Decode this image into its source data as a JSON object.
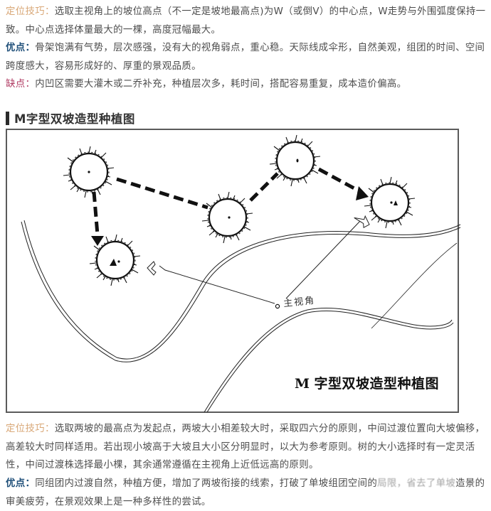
{
  "section1": {
    "positioning": {
      "label": "定位技巧：",
      "text": "选取主视角上的坡位高点（不一定是坡地最高点)为W（或倒V）的中心点，W走势与外围弧度保持一致。中心点选择体量最大的一棵，高度冠幅最大。"
    },
    "pros": {
      "label": "优点：",
      "text": "骨架饱满有气势，层次感强，没有大的视角弱点，重心稳。天际线成伞形，自然美观，组团的时间、空间跨度感大，容易形成好的、厚重的景观品质。"
    },
    "cons": {
      "label": "缺点：",
      "text": "内凹区需要大灌木或二乔补充，种植层次多，耗时间，搭配容易重复，成本造价偏高。"
    }
  },
  "heading": {
    "title": "M字型双坡造型种植图"
  },
  "figure": {
    "caption_letter": "M",
    "caption_text": "字型双坡造型种植图",
    "viewpoint_label": "主视角",
    "tree_count": 5,
    "colors": {
      "ink": "#111111",
      "frame": "#5b5b5b"
    }
  },
  "section2": {
    "positioning": {
      "label": "定位技巧：",
      "text": "选取两坡的最高点为发起点，两坡大小相差较大时，采取四六分的原则，中间过渡位置向大坡偏移，高差较大时同样适用。若出现小坡高于大坡且大小区分明显时，以大为参考原则。树的大小选择时有一定灵活性，中间过渡株选择最小棵，其余通常遵循在主视角上近低远高的原则。"
    },
    "pros": {
      "label": "优点：",
      "text": "同组团内过渡自然，种植方便，增加了两坡衔接的线索，打破了单坡组团空间的",
      "text_faded": "局限，省去了单坡",
      "text_end": "造景的审美疲劳，在景观效果上是一种多样性的尝试。"
    }
  },
  "colors": {
    "label_tip": "#d9a878",
    "label_pro": "#1f4f79",
    "label_con": "#b03a62",
    "body_text": "#4d4d4d"
  }
}
